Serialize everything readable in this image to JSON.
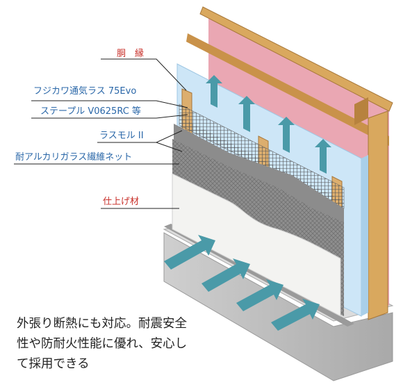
{
  "labels": {
    "furring_strip": "胴　縁",
    "lath": "フジカワ通気ラス 75Evo",
    "staple": "ステープル V0625RC 等",
    "lath_mortar": "ラスモル II",
    "mesh": "耐アルカリガラス繊維ネット",
    "finish": "仕上げ材"
  },
  "colors": {
    "label_blue": "#2a67a8",
    "label_red": "#c8302a",
    "arrow_teal": "#4a9aa8",
    "insulation_blue": "#cde6f7",
    "wood": "#d9a85e",
    "pink_insulation": "#eaa7b3"
  },
  "caption": {
    "line1": "外張り断熱にも対応。耐震安全",
    "line2": "性や防耐火性能に優れ、安心し",
    "line3": "て採用できる"
  }
}
